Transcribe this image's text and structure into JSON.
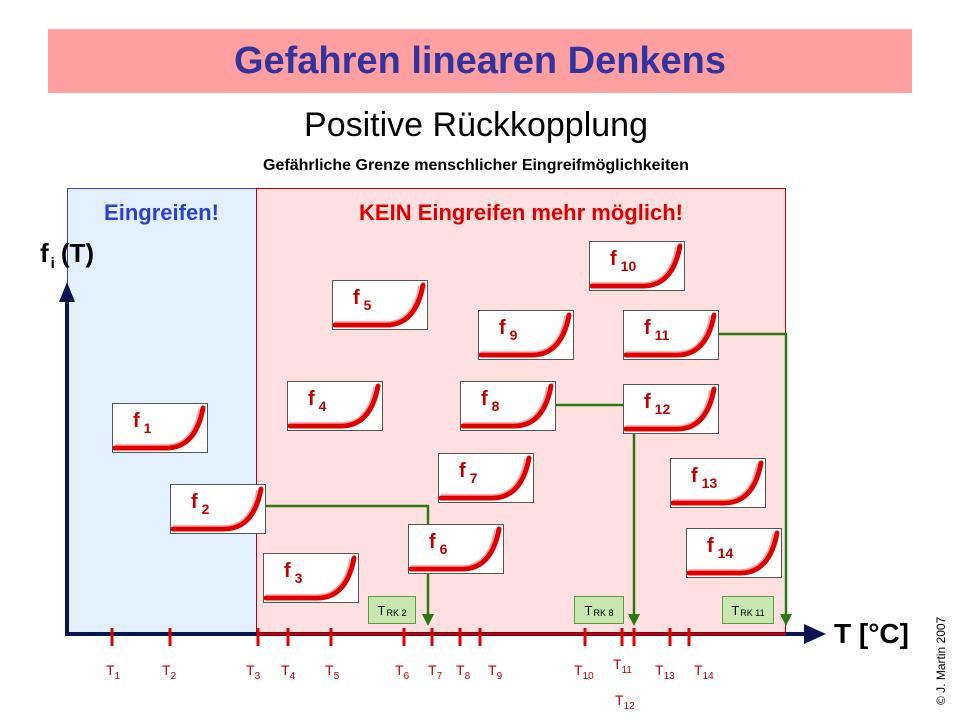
{
  "title": "Gefahren linearen Denkens",
  "subtitle": "Positive Rückkopplung",
  "caption": "Gefährliche Grenze menschlicher Eingreifmöglichkeiten",
  "zones": {
    "left_label": "Eingreifen!",
    "right_label": "KEIN Eingreifen mehr möglich!"
  },
  "axes": {
    "y_label_main": "f",
    "y_label_sub": "i",
    "y_label_rest": "(T)",
    "x_label": "T [°C]"
  },
  "copyright": "© J. Martin 2007",
  "functions": [
    {
      "letter": "f",
      "index": "1"
    },
    {
      "letter": "f",
      "index": "2"
    },
    {
      "letter": "f",
      "index": "3"
    },
    {
      "letter": "f",
      "index": "4"
    },
    {
      "letter": "f",
      "index": "5"
    },
    {
      "letter": "f",
      "index": "6"
    },
    {
      "letter": "f",
      "index": "7"
    },
    {
      "letter": "f",
      "index": "8"
    },
    {
      "letter": "f",
      "index": "9"
    },
    {
      "letter": "f",
      "index": "10"
    },
    {
      "letter": "f",
      "index": "11"
    },
    {
      "letter": "f",
      "index": "12"
    },
    {
      "letter": "f",
      "index": "13"
    },
    {
      "letter": "f",
      "index": "14"
    }
  ],
  "temperatures": [
    {
      "letter": "T",
      "index": "1"
    },
    {
      "letter": "T",
      "index": "2"
    },
    {
      "letter": "T",
      "index": "3"
    },
    {
      "letter": "T",
      "index": "4"
    },
    {
      "letter": "T",
      "index": "5"
    },
    {
      "letter": "T",
      "index": "6"
    },
    {
      "letter": "T",
      "index": "7"
    },
    {
      "letter": "T",
      "index": "8"
    },
    {
      "letter": "T",
      "index": "9"
    },
    {
      "letter": "T",
      "index": "10"
    },
    {
      "letter": "T",
      "index": "11"
    },
    {
      "letter": "T",
      "index": "12"
    },
    {
      "letter": "T",
      "index": "13"
    },
    {
      "letter": "T",
      "index": "14"
    }
  ],
  "critical_points": [
    {
      "letter": "T",
      "index": "RK 2"
    },
    {
      "letter": "T",
      "index": "RK 8"
    },
    {
      "letter": "T",
      "index": "RK 11"
    }
  ],
  "colors": {
    "banner_bg": "#ff9f9f",
    "banner_text": "#3333a0",
    "curve": "#e00000",
    "feedback_line": "#2a7a10",
    "axis": "#0a1450",
    "left_zone": "#e3f0ff",
    "right_zone": "#ffe0e0"
  }
}
